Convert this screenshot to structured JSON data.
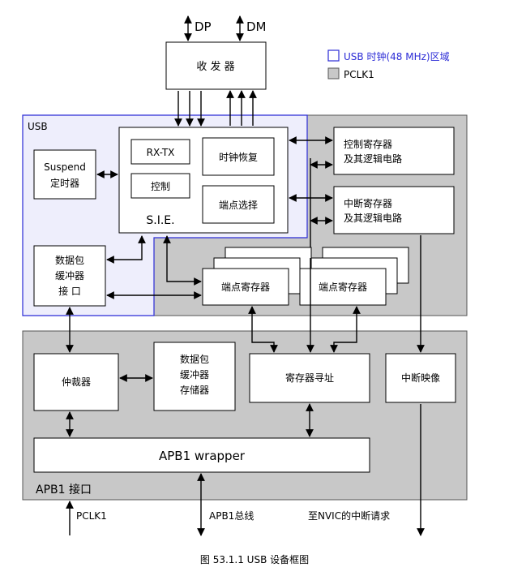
{
  "signals": {
    "dp": "DP",
    "dm": "DM",
    "pclk1": "PCLK1",
    "apb1_bus": "APB1总线",
    "nvic": "至NVIC的中断请求"
  },
  "legend": {
    "usb_clock": "USB 时钟(48 MHz)区域",
    "pclk1": "PCLK1",
    "usb_clock_color": "#2b2bd6",
    "pclk1_color": "#c8c8c8"
  },
  "regions": {
    "usb": "USB",
    "apb1": "APB1 接口"
  },
  "blocks": {
    "transceiver": "收 发 器",
    "suspend": [
      "Suspend",
      "定时器"
    ],
    "rxtx": "RX-TX",
    "clock_recovery": "时钟恢复",
    "control": "控制",
    "endpoint_select": "端点选择",
    "sie": "S.I.E.",
    "ctrl_regs": [
      "控制寄存器",
      "及其逻辑电路"
    ],
    "int_regs": [
      "中断寄存器",
      "及其逻辑电路"
    ],
    "packet_buffer_if": [
      "数据包",
      "缓冲器",
      "接 口"
    ],
    "endpoint_reg_1": "端点寄存器",
    "endpoint_reg_2": "端点寄存器",
    "arbiter": "仲裁器",
    "packet_buffer_mem": [
      "数据包",
      "缓冲器",
      "存储器"
    ],
    "reg_addressing": "寄存器寻址",
    "int_mapping": "中断映像",
    "apb_wrapper": "APB1 wrapper"
  },
  "caption": "图 53.1.1 USB 设备框图"
}
